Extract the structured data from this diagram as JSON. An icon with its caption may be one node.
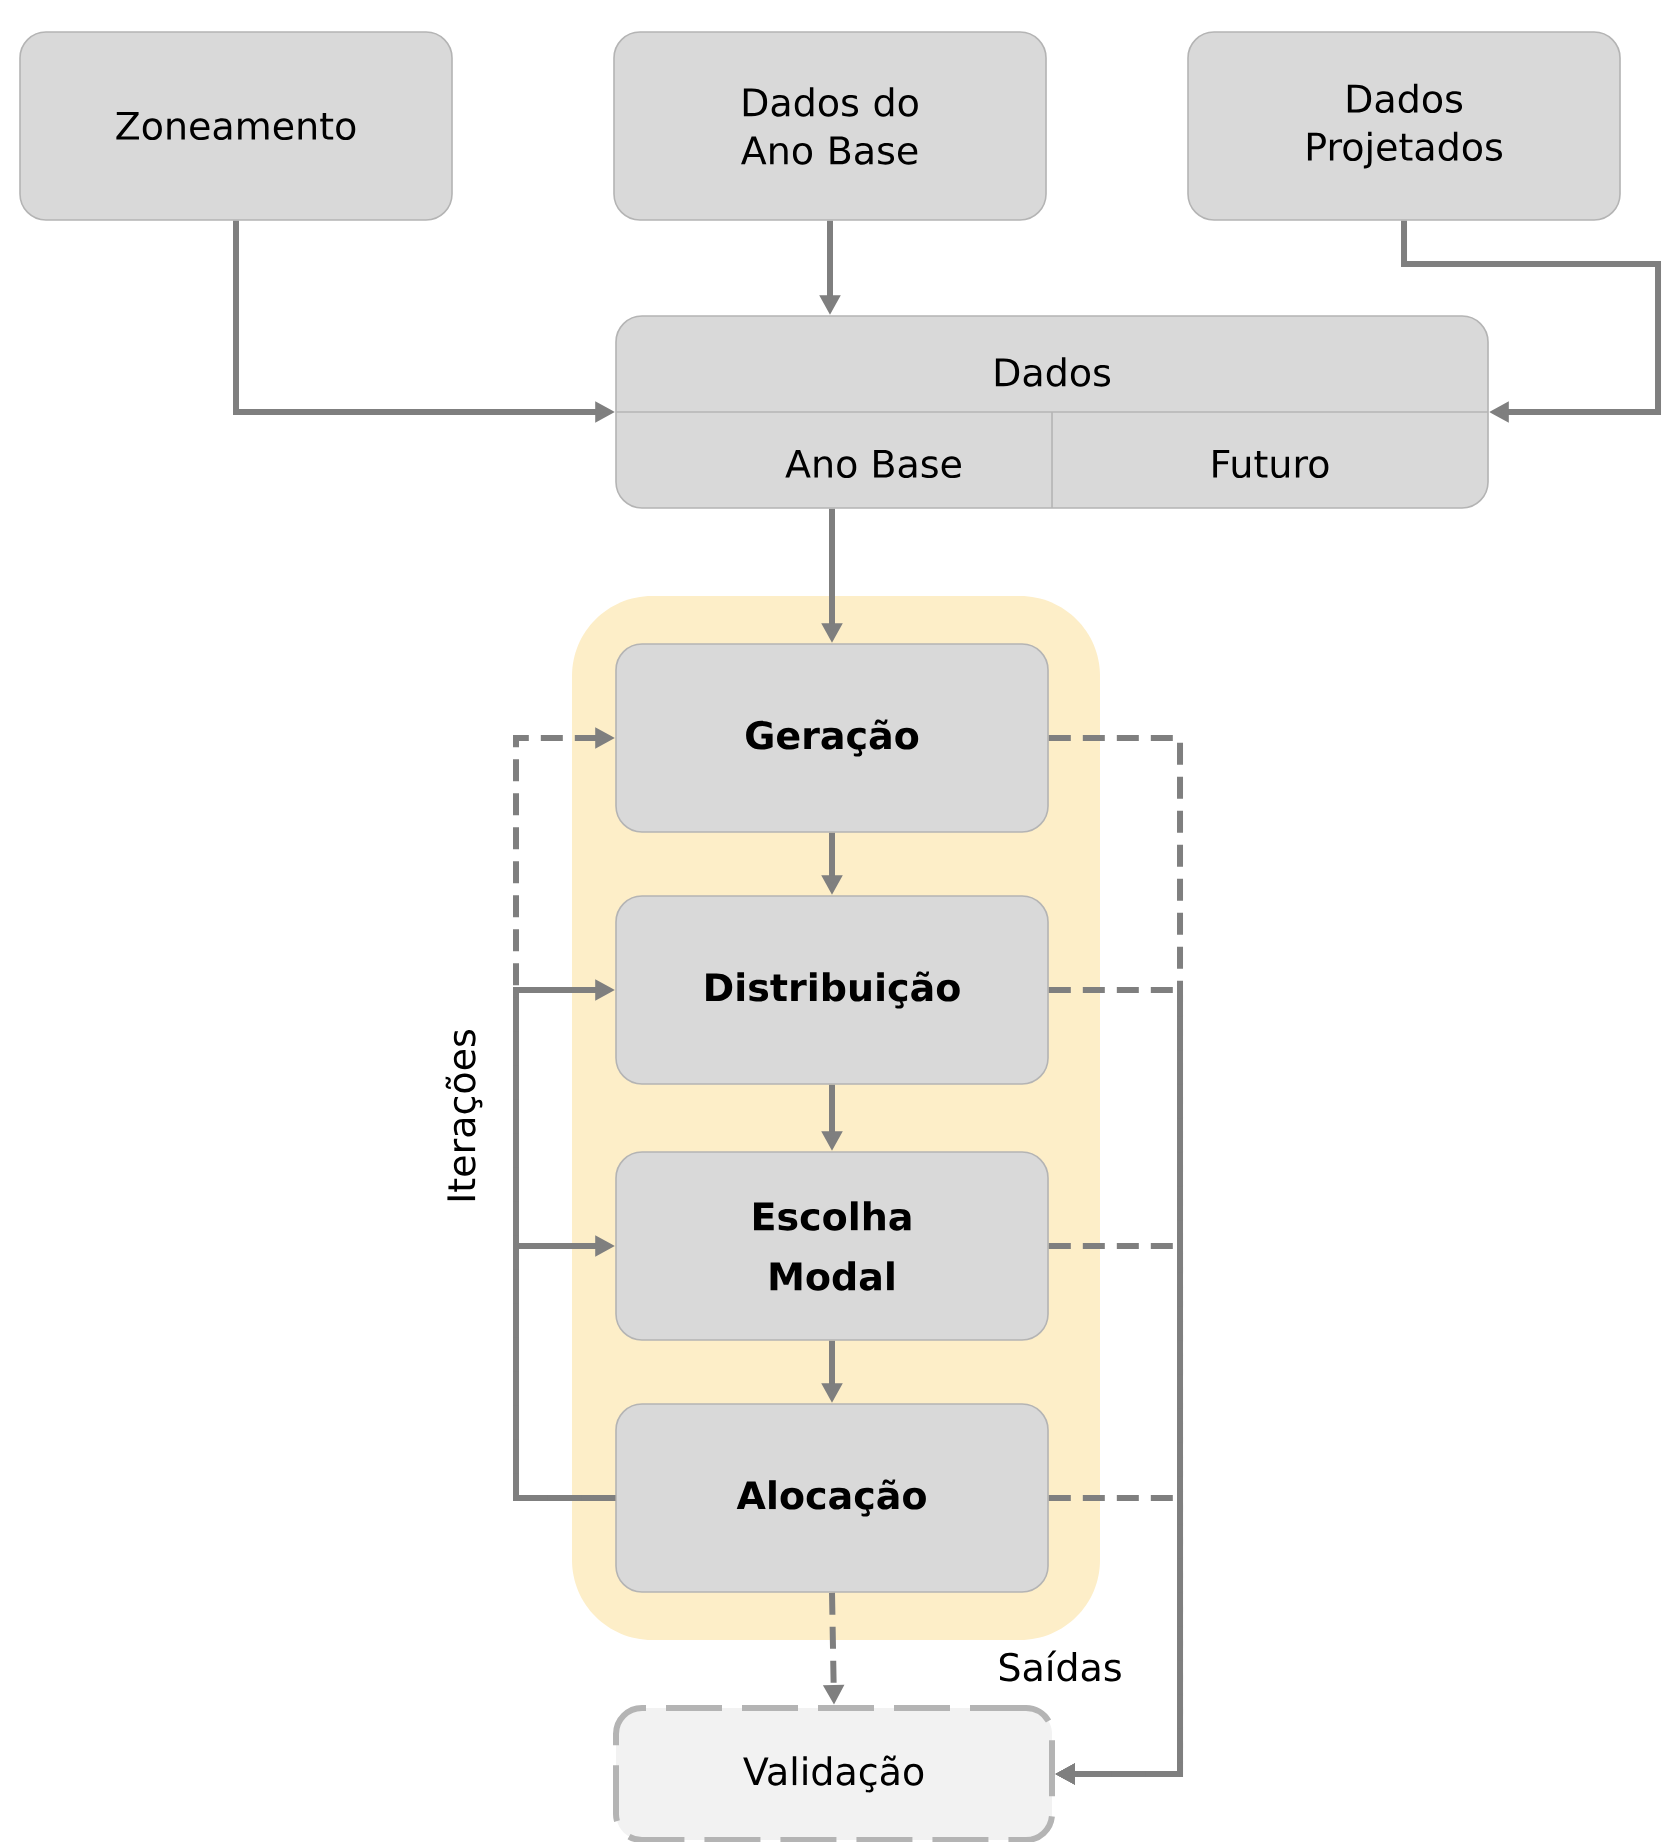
{
  "diagram": {
    "nodes": [
      {
        "text": [
          "Zoneamento"
        ]
      },
      {
        "text": [
          "Dados do Ano Base"
        ]
      },
      {
        "text": [
          "Dados Projetados"
        ]
      },
      {
        "text": [
          "Dados",
          "Ano Base",
          "Futuro"
        ]
      },
      {
        "text": [],
        "shape": "box"
      },
      {
        "text": [
          "Geração"
        ],
        "in": 4
      },
      {
        "text": [
          "Distribuição"
        ],
        "in": 4
      },
      {
        "text": [
          "Escolha Modal"
        ],
        "in": 4
      },
      {
        "text": [
          "Alocação"
        ],
        "in": 4
      },
      {
        "text": [
          "Validação"
        ]
      }
    ],
    "edges": [
      {
        "from": 0,
        "to": 3,
        "arrow": "to"
      },
      {
        "from": 1,
        "to": 3,
        "arrow": "to"
      },
      {
        "from": 2,
        "to": 3,
        "arrow": "to"
      },
      {
        "from": 3,
        "to": 5,
        "arrow": "to"
      },
      {
        "from": 5,
        "to": 6,
        "arrow": "to"
      },
      {
        "from": 6,
        "to": 7,
        "arrow": "to"
      },
      {
        "from": 7,
        "to": 8,
        "arrow": "to"
      },
      {
        "from": 8,
        "to": 7,
        "arrow": "to"
      },
      {
        "from": 8,
        "to": 6,
        "arrow": "to"
      },
      {
        "from": 8,
        "to": 5,
        "arrow": "to",
        "style": "dashed"
      },
      {
        "from": 5,
        "to": 9,
        "arrow": "to",
        "style": "dashed"
      },
      {
        "from": 6,
        "to": 9,
        "arrow": "to",
        "style": "dashed"
      },
      {
        "from": 7,
        "to": 9,
        "arrow": "to",
        "style": "dashed"
      },
      {
        "from": 8,
        "to": 9,
        "arrow": "to",
        "style": "dashed"
      },
      {
        "from": 8,
        "to": 9,
        "arrow": "to",
        "style": "dashed"
      }
    ],
    "labels": [
      "Iterações",
      "Saídas"
    ]
  }
}
